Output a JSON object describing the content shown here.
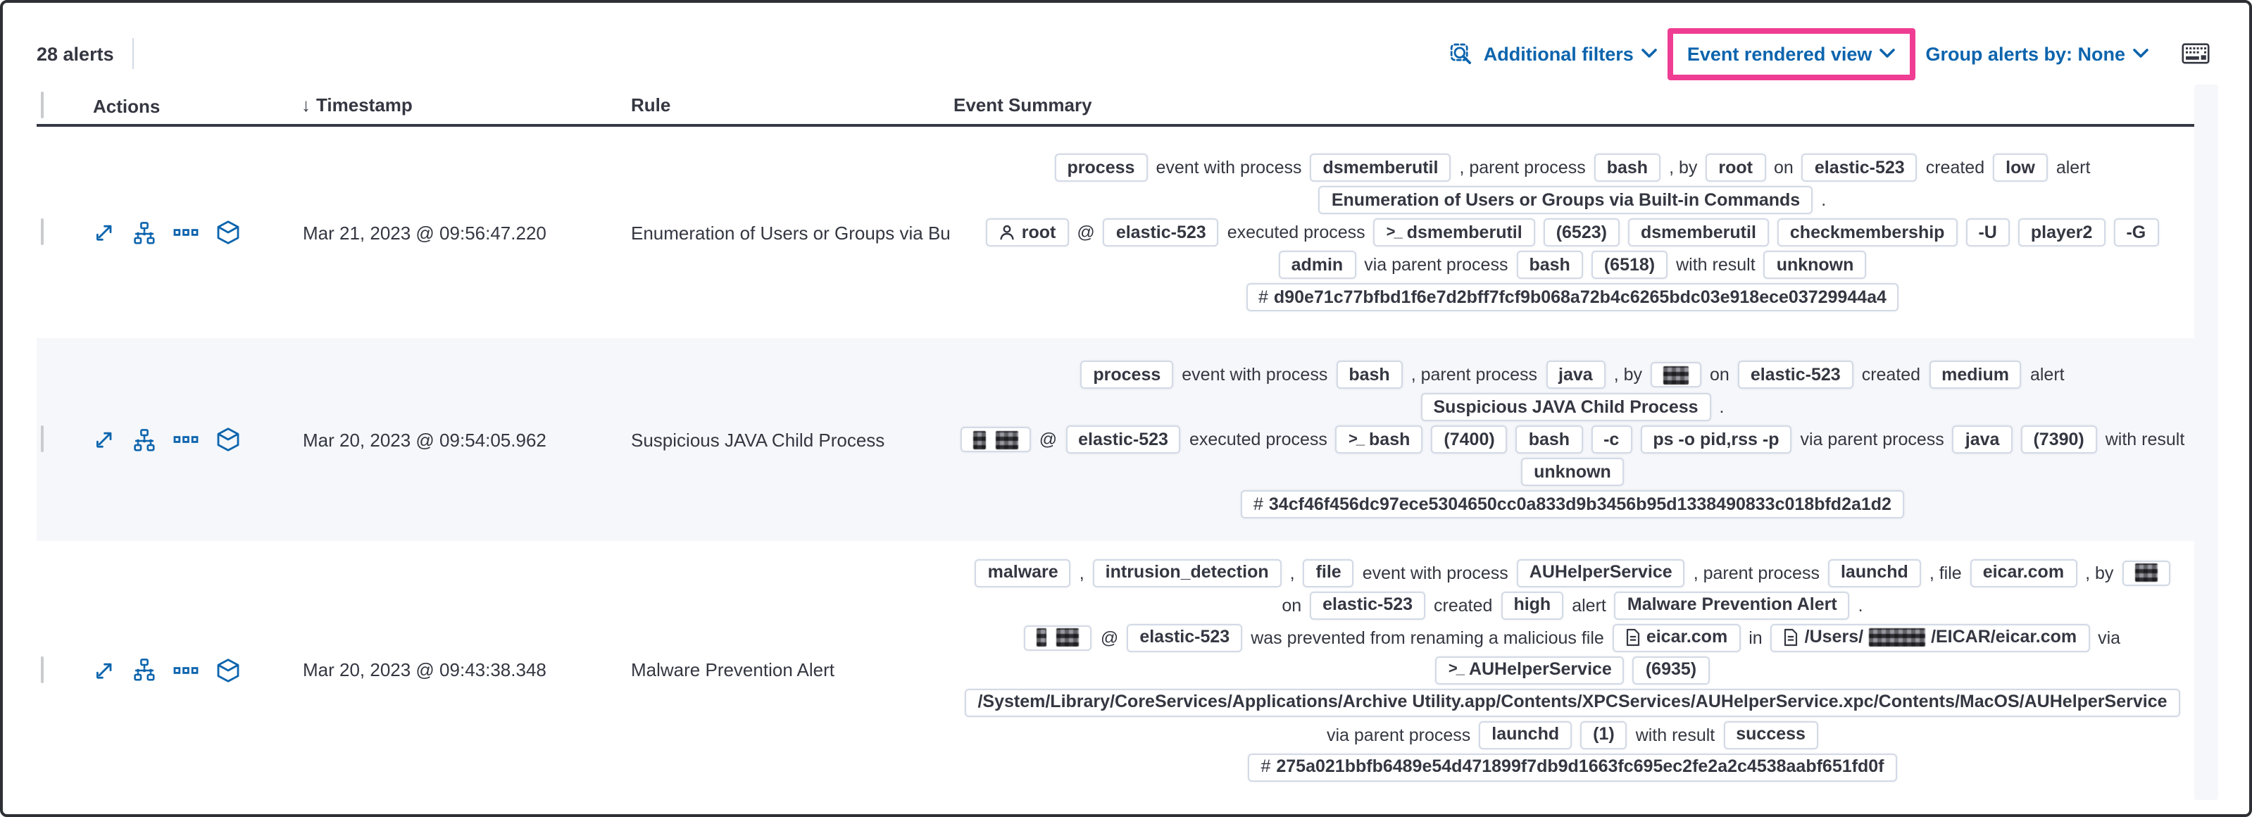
{
  "colors": {
    "accent_blue": "#0c64ad",
    "highlight_pink": "#ef3d94",
    "text": "#343741",
    "badge_border": "#d3dae6",
    "row_shade": "#f5f7fa"
  },
  "toolbar": {
    "alerts_count": "28 alerts",
    "additional_filters_label": "Additional filters",
    "view_selector_label": "Event rendered view",
    "group_by_label": "Group alerts by: None"
  },
  "table": {
    "headers": {
      "actions": "Actions",
      "timestamp": "Timestamp",
      "rule": "Rule",
      "summary": "Event Summary"
    },
    "sort_arrow": "↓"
  },
  "rows": [
    {
      "timestamp": "Mar 21, 2023 @ 09:56:47.220",
      "rule": "Enumeration of Users or Groups via Bui",
      "summary_lines": [
        [
          {
            "badge": "process"
          },
          {
            "text": "event with process"
          },
          {
            "badge": "dsmemberutil"
          },
          {
            "text": ", parent process"
          },
          {
            "badge": "bash"
          },
          {
            "text": ", by"
          },
          {
            "badge": "root"
          },
          {
            "text": "on"
          },
          {
            "badge": "elastic-523"
          },
          {
            "text": "created"
          },
          {
            "badge": "low"
          },
          {
            "text": "alert"
          }
        ],
        [
          {
            "badge": "Enumeration of Users or Groups via Built-in Commands"
          },
          {
            "text": "."
          }
        ],
        [
          {
            "badge": "root",
            "icon": "user"
          },
          {
            "text": "@"
          },
          {
            "badge": "elastic-523"
          },
          {
            "text": "executed process"
          },
          {
            "badge": "dsmemberutil",
            "icon": "terminal"
          },
          {
            "badge": "(6523)"
          },
          {
            "badge": "dsmemberutil"
          },
          {
            "badge": "checkmembership"
          },
          {
            "badge": "-U"
          },
          {
            "badge": "player2"
          },
          {
            "badge": "-G"
          }
        ],
        [
          {
            "badge": "admin"
          },
          {
            "text": "via parent process"
          },
          {
            "badge": "bash"
          },
          {
            "badge": "(6518)"
          },
          {
            "text": "with result"
          },
          {
            "badge": "unknown"
          }
        ],
        [
          {
            "badge": "d90e71c77bfbd1f6e7d2bff7fcf9b068a72b4c6265bdc03e918ece03729944a4",
            "icon": "hash"
          }
        ]
      ]
    },
    {
      "timestamp": "Mar 20, 2023 @ 09:54:05.962",
      "rule": "Suspicious JAVA Child Process",
      "shaded": true,
      "summary_lines": [
        [
          {
            "badge": "process"
          },
          {
            "text": "event with process"
          },
          {
            "badge": "bash"
          },
          {
            "text": ", parent process"
          },
          {
            "badge": "java"
          },
          {
            "text": ", by"
          },
          {
            "badge": "",
            "parts": [
              {
                "redact": 18
              }
            ]
          },
          {
            "text": "on"
          },
          {
            "badge": "elastic-523"
          },
          {
            "text": "created"
          },
          {
            "badge": "medium"
          },
          {
            "text": "alert"
          }
        ],
        [
          {
            "badge": "Suspicious JAVA Child Process"
          },
          {
            "text": "."
          }
        ],
        [
          {
            "badge": "",
            "parts": [
              {
                "redact": 9
              },
              {
                "redact": 16
              }
            ]
          },
          {
            "text": "@"
          },
          {
            "badge": "elastic-523"
          },
          {
            "text": "executed process"
          },
          {
            "badge": "bash",
            "icon": "terminal"
          },
          {
            "badge": "(7400)"
          },
          {
            "badge": "bash"
          },
          {
            "badge": "-c"
          },
          {
            "badge": "ps -o pid,rss -p"
          },
          {
            "text": "via parent process"
          },
          {
            "badge": "java"
          },
          {
            "badge": "(7390)"
          },
          {
            "text": "with result"
          }
        ],
        [
          {
            "badge": "unknown"
          }
        ],
        [
          {
            "badge": "34cf46f456dc97ece5304650cc0a833d9b3456b95d1338490833c018bfd2a1d2",
            "icon": "hash"
          }
        ]
      ]
    },
    {
      "timestamp": "Mar 20, 2023 @ 09:43:38.348",
      "rule": "Malware Prevention Alert",
      "summary_lines": [
        [
          {
            "badge": "malware"
          },
          {
            "text": ","
          },
          {
            "badge": "intrusion_detection"
          },
          {
            "text": ","
          },
          {
            "badge": "file"
          },
          {
            "text": "event with process"
          },
          {
            "badge": "AUHelperService"
          },
          {
            "text": ", parent process"
          },
          {
            "badge": "launchd"
          },
          {
            "text": ", file"
          },
          {
            "badge": "eicar.com"
          },
          {
            "text": ", by"
          },
          {
            "badge": "",
            "parts": [
              {
                "redact": 16
              }
            ]
          }
        ],
        [
          {
            "text": "on"
          },
          {
            "badge": "elastic-523"
          },
          {
            "text": "created"
          },
          {
            "badge": "high"
          },
          {
            "text": "alert"
          },
          {
            "badge": "Malware Prevention Alert"
          },
          {
            "text": "."
          }
        ],
        [
          {
            "badge": "",
            "parts": [
              {
                "redact": 7
              },
              {
                "redact": 16
              }
            ]
          },
          {
            "text": "@"
          },
          {
            "badge": "elastic-523"
          },
          {
            "text": "was prevented from renaming a malicious file"
          },
          {
            "badge": "eicar.com",
            "icon": "file"
          },
          {
            "text": "in"
          },
          {
            "badge": "",
            "icon": "file",
            "parts": [
              {
                "text": "/Users/"
              },
              {
                "redact": 40
              },
              {
                "text": "/EICAR/eicar.com"
              }
            ]
          },
          {
            "text": "via"
          }
        ],
        [
          {
            "badge": "AUHelperService",
            "icon": "terminal"
          },
          {
            "badge": "(6935)"
          }
        ],
        [
          {
            "badge": "/System/Library/CoreServices/Applications/Archive Utility.app/Contents/XPCServices/AUHelperService.xpc/Contents/MacOS/AUHelperService"
          }
        ],
        [
          {
            "text": "via parent process"
          },
          {
            "badge": "launchd"
          },
          {
            "badge": "(1)"
          },
          {
            "text": "with result"
          },
          {
            "badge": "success"
          }
        ],
        [
          {
            "badge": "275a021bbfb6489e54d471899f7db9d1663fc695ec2fe2a2c4538aabf651fd0f",
            "icon": "hash"
          }
        ]
      ]
    }
  ]
}
